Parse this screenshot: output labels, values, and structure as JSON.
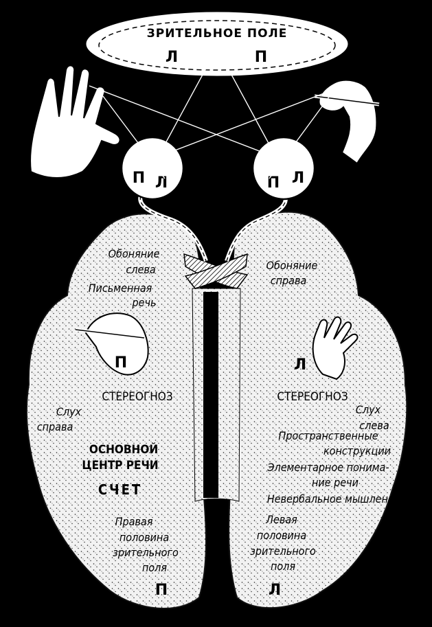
{
  "visual_field": {
    "title": "ЗРИТЕЛЬНОЕ ПОЛЕ",
    "left_letter": "Л",
    "right_letter": "П"
  },
  "eyes": {
    "left": {
      "letter_a": "П",
      "letter_b": "Л"
    },
    "right": {
      "letter_a": "П",
      "letter_b": "Л"
    }
  },
  "left_hemisphere": {
    "smell": [
      "Обоняние",
      "слева"
    ],
    "writing": [
      "Письменная",
      "речь"
    ],
    "hand_letter": "П",
    "stereognosis": "СТЕРЕОГНОЗ",
    "hearing": [
      "Слух",
      "справа"
    ],
    "speech_center": [
      "ОСНОВНОЙ",
      "ЦЕНТР РЕЧИ"
    ],
    "counting": "СЧЕТ",
    "visual_half": [
      "Правая",
      "половина",
      "зрительного",
      "поля"
    ],
    "bottom_letter": "П"
  },
  "right_hemisphere": {
    "smell": [
      "Обоняние",
      "справа"
    ],
    "hand_letter": "Л",
    "stereognosis": "СТЕРЕОГНОЗ",
    "hearing": [
      "Слух",
      "слева"
    ],
    "spatial": [
      "Пространственные",
      "конструкции"
    ],
    "elementary": [
      "Элементарное понима-",
      "ние речи"
    ],
    "nonverbal": "Невербальное мышление",
    "visual_half": [
      "Левая",
      "половина",
      "зрительного",
      "поля"
    ],
    "bottom_letter": "Л"
  },
  "colors": {
    "background": "#000000",
    "brain": "#f4f4f4",
    "ink": "#000000"
  }
}
